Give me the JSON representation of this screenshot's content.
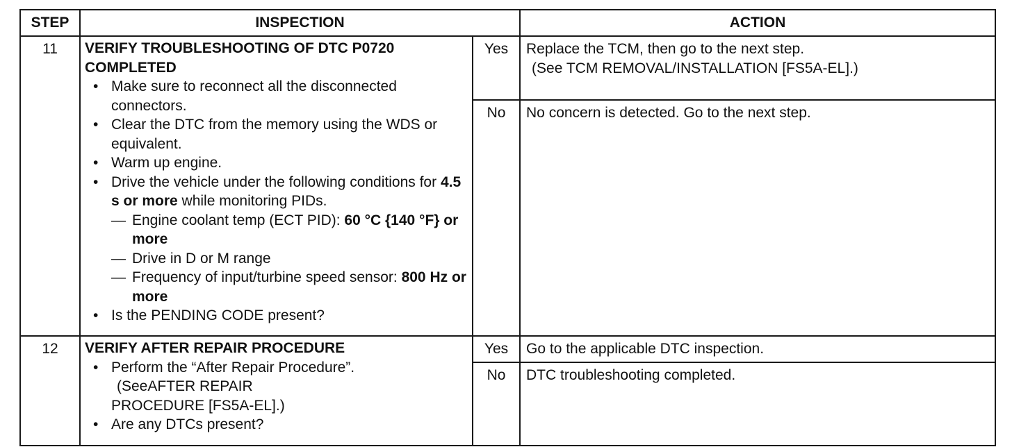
{
  "header": {
    "step": "STEP",
    "inspection": "INSPECTION",
    "action": "ACTION"
  },
  "rows": [
    {
      "step": "11",
      "title": "VERIFY TROUBLESHOOTING OF DTC P0720 COMPLETED",
      "bullets": [
        "Make sure to reconnect all the disconnected connectors.",
        "Clear the DTC from the memory using the WDS or equivalent.",
        "Warm up engine."
      ],
      "drive": {
        "pre": "Drive the vehicle under the following conditions for ",
        "bold": "4.5 s or more",
        "post": " while monitoring PIDs.",
        "conditions": [
          {
            "text": "Engine coolant temp (ECT PID): ",
            "bold": "60 °C {140 °F} or more"
          },
          {
            "text": "Drive in D or M range",
            "bold": ""
          },
          {
            "text": "Frequency of input/turbine speed sensor: ",
            "bold": "800 Hz or more"
          }
        ]
      },
      "question": "Is the PENDING CODE present?",
      "yes_label": "Yes",
      "yes_action": "Replace the TCM, then go to the next step.",
      "yes_ref": "(See TCM REMOVAL/INSTALLATION [FS5A-EL].)",
      "no_label": "No",
      "no_action": "No concern is detected. Go to the next step."
    },
    {
      "step": "12",
      "title": "VERIFY AFTER REPAIR PROCEDURE",
      "bullet1": "Perform the “After Repair Procedure”.",
      "bullet1_ref1": "(SeeAFTER REPAIR",
      "bullet1_ref2": "PROCEDURE [FS5A-EL].)",
      "bullet2": "Are any DTCs present?",
      "yes_label": "Yes",
      "yes_action": "Go to the applicable DTC inspection.",
      "no_label": "No",
      "no_action": "DTC troubleshooting completed."
    }
  ]
}
